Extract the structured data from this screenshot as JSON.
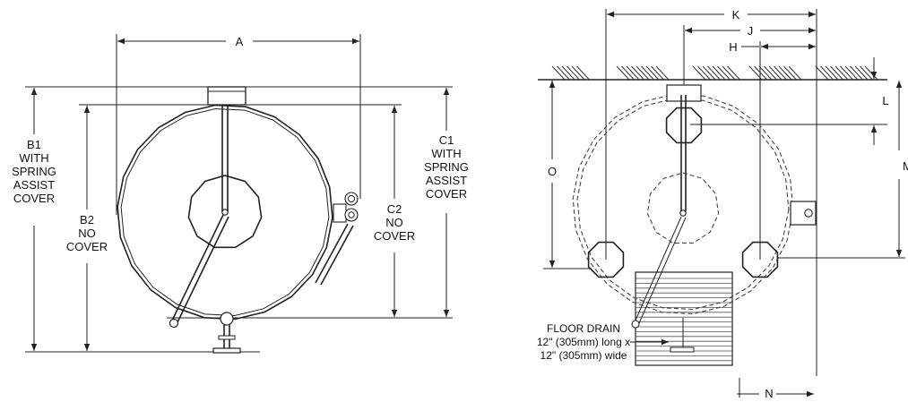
{
  "left_view": {
    "dim_a": "A",
    "dim_b1": [
      "B1",
      "WITH",
      "SPRING",
      "ASSIST",
      "COVER"
    ],
    "dim_b2": [
      "B2",
      "NO",
      "COVER"
    ],
    "dim_c1": [
      "C1",
      "WITH",
      "SPRING",
      "ASSIST",
      "COVER"
    ],
    "dim_c2": [
      "C2",
      "NO",
      "COVER"
    ]
  },
  "right_view": {
    "dim_k": "K",
    "dim_j": "J",
    "dim_h": "H",
    "dim_l": "L",
    "dim_m": "M",
    "dim_o": "O",
    "dim_n": "N",
    "floor_drain": [
      "FLOOR DRAIN",
      "12\" (305mm) long x",
      "12\" (305mm) wide"
    ]
  }
}
